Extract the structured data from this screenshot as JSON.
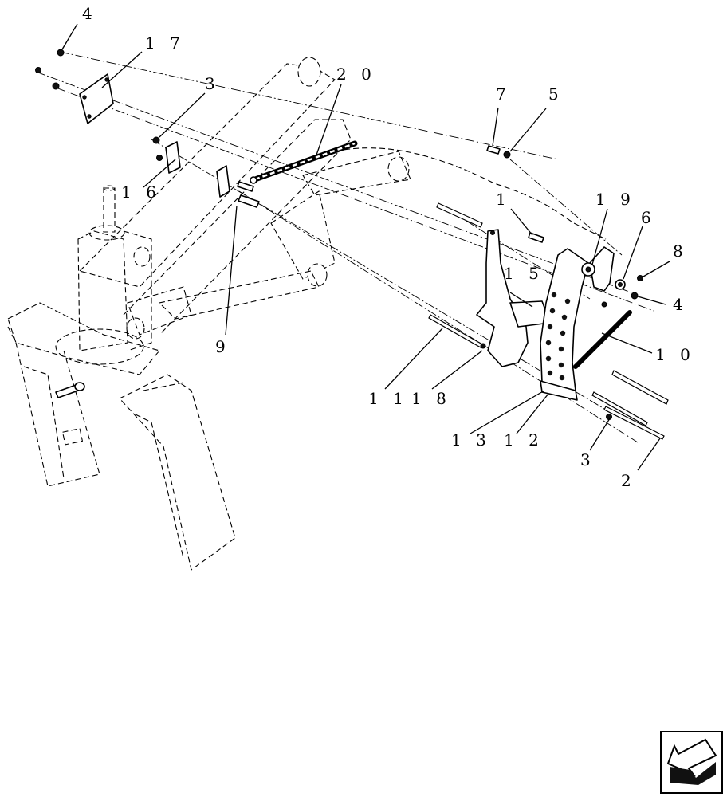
{
  "diagram": {
    "callouts": [
      {
        "id": "c4a",
        "text": "4"
      },
      {
        "id": "c17",
        "text": "1 7"
      },
      {
        "id": "c3a",
        "text": "3"
      },
      {
        "id": "c20",
        "text": "2 0"
      },
      {
        "id": "c16",
        "text": "1 6"
      },
      {
        "id": "c7",
        "text": "7"
      },
      {
        "id": "c5",
        "text": "5"
      },
      {
        "id": "c1",
        "text": "1"
      },
      {
        "id": "c19",
        "text": "1 9"
      },
      {
        "id": "c6",
        "text": "6"
      },
      {
        "id": "c8",
        "text": "8"
      },
      {
        "id": "c15",
        "text": "1 5"
      },
      {
        "id": "c4b",
        "text": "4"
      },
      {
        "id": "c9",
        "text": "9"
      },
      {
        "id": "c10",
        "text": "1 0"
      },
      {
        "id": "c11",
        "text": "1 1"
      },
      {
        "id": "c18",
        "text": "1 8"
      },
      {
        "id": "c13",
        "text": "1 3"
      },
      {
        "id": "c12",
        "text": "1 2"
      },
      {
        "id": "c3b",
        "text": "3"
      },
      {
        "id": "c2",
        "text": "2"
      }
    ],
    "nav_icon": "direction-arrow-icon"
  }
}
